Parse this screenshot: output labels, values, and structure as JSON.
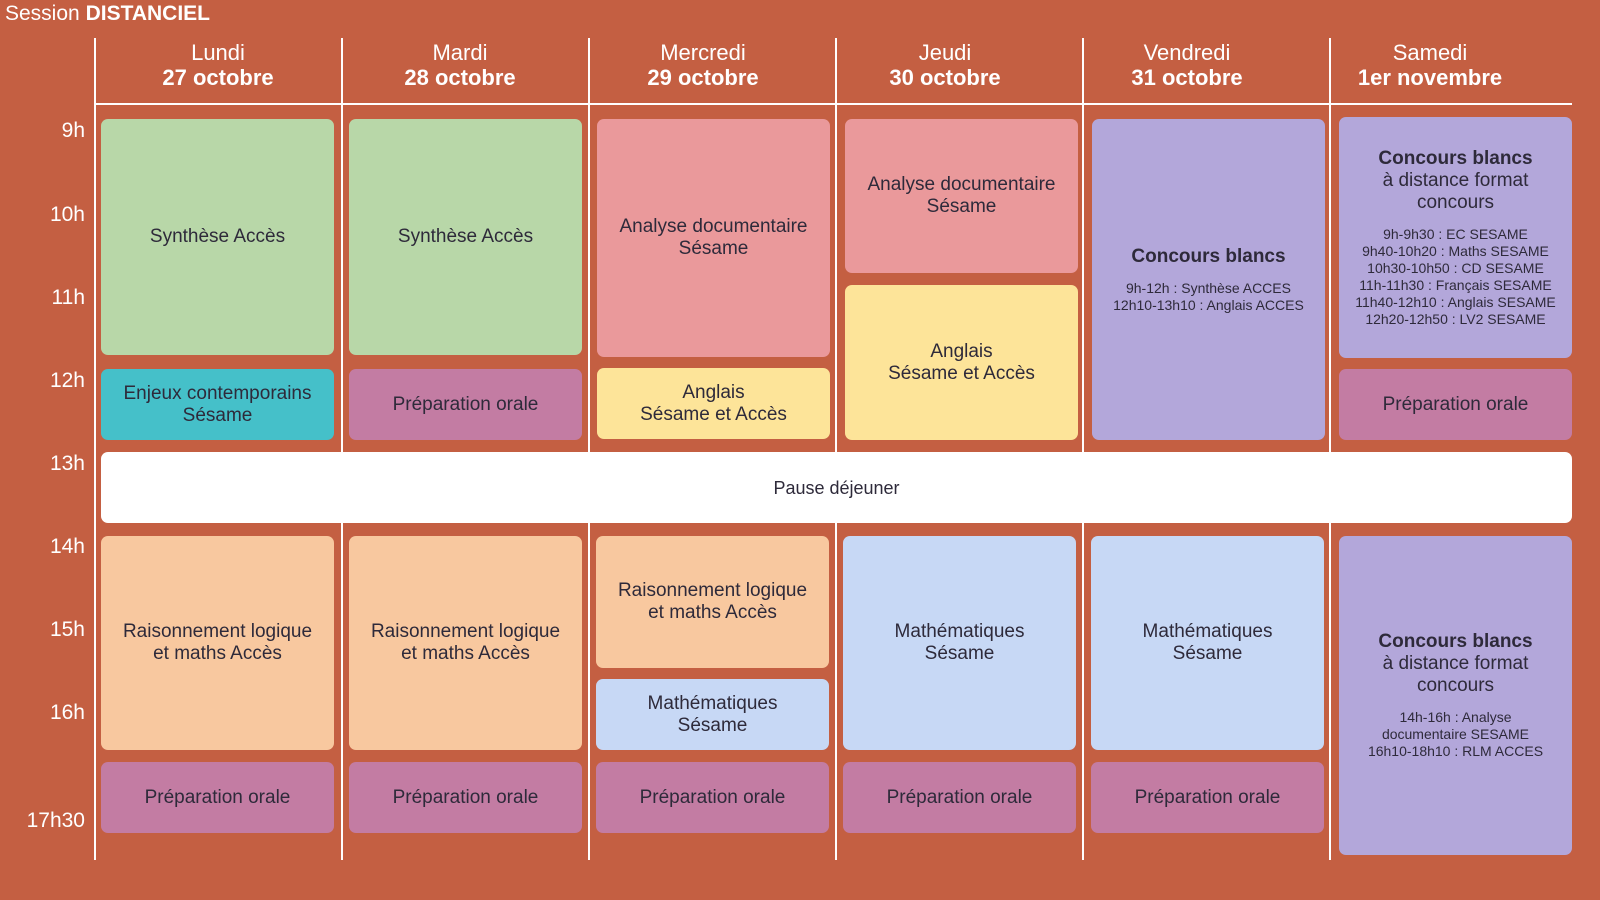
{
  "session": {
    "label": "Session",
    "name": "DISTANCIEL"
  },
  "days": [
    {
      "name": "Lundi",
      "date": "27 octobre"
    },
    {
      "name": "Mardi",
      "date": "28 octobre"
    },
    {
      "name": "Mercredi",
      "date": "29 octobre"
    },
    {
      "name": "Jeudi",
      "date": "30 octobre"
    },
    {
      "name": "Vendredi",
      "date": "31 octobre"
    },
    {
      "name": "Samedi",
      "date": "1er novembre"
    }
  ],
  "times": [
    "9h",
    "10h",
    "11h",
    "12h",
    "13h",
    "14h",
    "15h",
    "16h",
    "17h30"
  ],
  "blocks": {
    "mon_synthese": "Synthèse Accès",
    "mon_enjeux_l1": "Enjeux contemporains",
    "mon_enjeux_l2": "Sésame",
    "mon_raisonnement_l1": "Raisonnement logique",
    "mon_raisonnement_l2": "et maths Accès",
    "mon_prep": "Préparation orale",
    "tue_synthese": "Synthèse Accès",
    "tue_prep_midi": "Préparation orale",
    "tue_raisonnement_l1": "Raisonnement logique",
    "tue_raisonnement_l2": "et maths Accès",
    "tue_prep": "Préparation orale",
    "wed_analyse_l1": "Analyse documentaire",
    "wed_analyse_l2": "Sésame",
    "wed_anglais_l1": "Anglais",
    "wed_anglais_l2": "Sésame et Accès",
    "wed_raisonnement_l1": "Raisonnement logique",
    "wed_raisonnement_l2": "et maths Accès",
    "wed_maths_l1": "Mathématiques",
    "wed_maths_l2": "Sésame",
    "wed_prep": "Préparation orale",
    "thu_analyse_l1": "Analyse documentaire",
    "thu_analyse_l2": "Sésame",
    "thu_anglais_l1": "Anglais",
    "thu_anglais_l2": "Sésame et Accès",
    "thu_maths_l1": "Mathématiques",
    "thu_maths_l2": "Sésame",
    "thu_prep": "Préparation orale",
    "fri_cb_title": "Concours blancs",
    "fri_cb_d1": "9h-12h : Synthèse ACCES",
    "fri_cb_d2": "12h10-13h10 : Anglais ACCES",
    "fri_maths_l1": "Mathématiques",
    "fri_maths_l2": "Sésame",
    "fri_prep": "Préparation orale",
    "sat_cb1_title": "Concours blancs",
    "sat_cb1_sub1": "à distance format",
    "sat_cb1_sub2": "concours",
    "sat_cb1_d1": "9h-9h30 : EC SESAME",
    "sat_cb1_d2": "9h40-10h20 : Maths SESAME",
    "sat_cb1_d3": "10h30-10h50 : CD SESAME",
    "sat_cb1_d4": "11h-11h30 : Français SESAME",
    "sat_cb1_d5": "11h40-12h10 : Anglais SESAME",
    "sat_cb1_d6": "12h20-12h50 : LV2 SESAME",
    "sat_prep": "Préparation orale",
    "sat_cb2_title": "Concours blancs",
    "sat_cb2_sub1": "à distance format",
    "sat_cb2_sub2": "concours",
    "sat_cb2_d1": "14h-16h : Analyse",
    "sat_cb2_d2": "documentaire SESAME",
    "sat_cb2_d3": "16h10-18h10 : RLM ACCES",
    "pause": "Pause déjeuner"
  },
  "colors": {
    "background": "#c45f42",
    "green": "#b8d7a8",
    "pink": "#ea999b",
    "purple": "#b3a7da",
    "mauve": "#c37ca3",
    "teal": "#45c0c9",
    "yellow": "#fde499",
    "peach": "#f8c89f",
    "blue": "#c7d8f5"
  }
}
